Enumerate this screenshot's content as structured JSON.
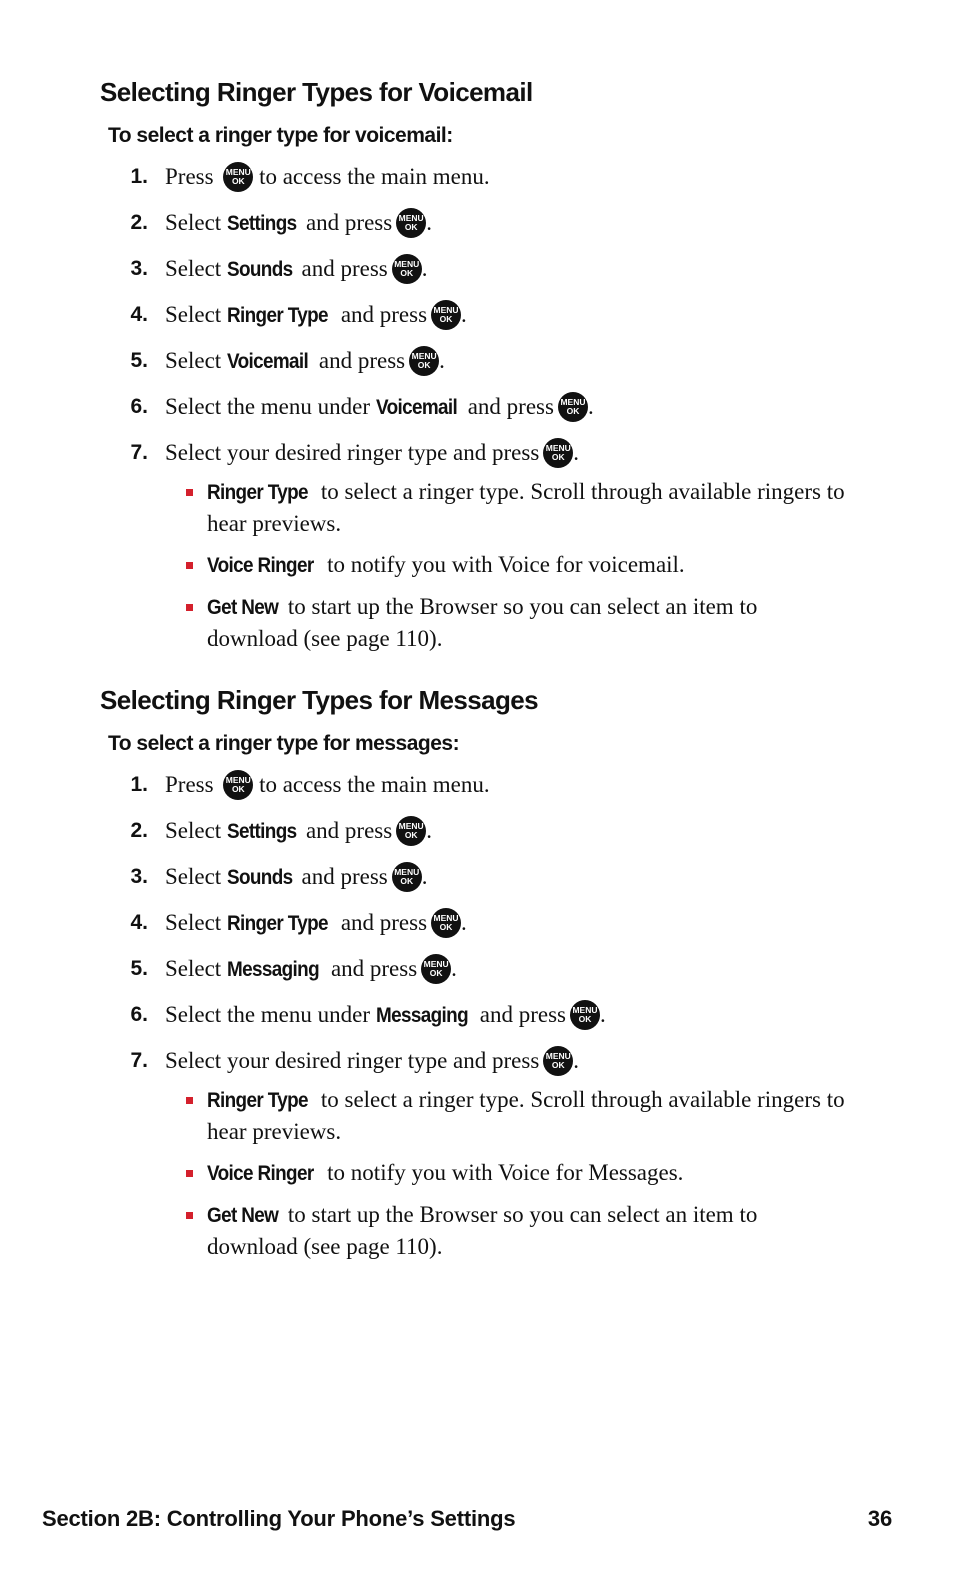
{
  "sections": [
    {
      "heading": "Selecting Ringer Types for Voicemail",
      "subheading": "To select a ringer type for voicemail:",
      "steps": [
        {
          "num": "1.",
          "pre": "Press",
          "kw": "",
          "post": "to access the main menu.",
          "btn_before_post": true,
          "end": ""
        },
        {
          "num": "2.",
          "pre": "Select",
          "kw": "Settings",
          "post": "and press",
          "end": "."
        },
        {
          "num": "3.",
          "pre": "Select",
          "kw": "Sounds",
          "post": "and press",
          "end": "."
        },
        {
          "num": "4.",
          "pre": "Select",
          "kw": "Ringer Type",
          "post": "and press",
          "end": "."
        },
        {
          "num": "5.",
          "pre": "Select",
          "kw": "Voicemail",
          "post": "and press",
          "end": "."
        },
        {
          "num": "6.",
          "pre": "Select the menu under",
          "kw": "Voicemail",
          "post": "and press",
          "end": "."
        },
        {
          "num": "7.",
          "pre": "Select your desired ringer type and press",
          "kw": "",
          "post": "",
          "end": "."
        }
      ],
      "bullets": [
        {
          "kw": "Ringer Type",
          "text": "to select a ringer type. Scroll through available ringers to hear previews."
        },
        {
          "kw": "Voice Ringer",
          "text": "to notify you with Voice for voicemail."
        },
        {
          "kw": "Get New",
          "text": "to start up the Browser so you can select an item to download (see page 110)."
        }
      ]
    },
    {
      "heading": "Selecting Ringer Types for Messages",
      "subheading": "To select a ringer type for messages:",
      "steps": [
        {
          "num": "1.",
          "pre": "Press",
          "kw": "",
          "post": "to access the main menu.",
          "btn_before_post": true,
          "end": ""
        },
        {
          "num": "2.",
          "pre": "Select",
          "kw": "Settings",
          "post": "and press",
          "end": "."
        },
        {
          "num": "3.",
          "pre": "Select",
          "kw": "Sounds",
          "post": "and press",
          "end": "."
        },
        {
          "num": "4.",
          "pre": "Select",
          "kw": "Ringer Type",
          "post": "and press",
          "end": "."
        },
        {
          "num": "5.",
          "pre": "Select",
          "kw": "Messaging",
          "post": "and press",
          "end": "."
        },
        {
          "num": "6.",
          "pre": "Select the menu under",
          "kw": "Messaging",
          "post": "and press",
          "end": "."
        },
        {
          "num": "7.",
          "pre": "Select your desired ringer type and press",
          "kw": "",
          "post": "",
          "end": "."
        }
      ],
      "bullets": [
        {
          "kw": "Ringer Type",
          "text": "to select a ringer type. Scroll through available ringers to hear previews."
        },
        {
          "kw": "Voice Ringer",
          "text": "to notify you with Voice for Messages."
        },
        {
          "kw": "Get New",
          "text": "to start up the Browser so you can select an item to download (see page 110)."
        }
      ]
    }
  ],
  "menu_button": {
    "icon": "menu-ok-button-icon",
    "line1": "MENU",
    "line2": "OK"
  },
  "footer": {
    "section_label": "Section 2B: Controlling Your Phone’s Settings",
    "page_number": "36"
  },
  "colors": {
    "bullet": "#d4202c",
    "text": "#111111"
  }
}
